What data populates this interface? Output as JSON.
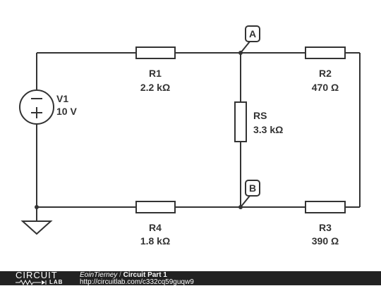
{
  "components": {
    "v1": {
      "name": "V1",
      "value": "10 V"
    },
    "r1": {
      "name": "R1",
      "value": "2.2 kΩ"
    },
    "r2": {
      "name": "R2",
      "value": "470 Ω"
    },
    "rs": {
      "name": "RS",
      "value": "3.3 kΩ"
    },
    "r3": {
      "name": "R3",
      "value": "390 Ω"
    },
    "r4": {
      "name": "R4",
      "value": "1.8 kΩ"
    }
  },
  "nodes": {
    "a": "A",
    "b": "B"
  },
  "footer": {
    "logo_top": "CIRCUIT",
    "logo_bottom": "LAB",
    "author": "EoinTierney",
    "separator": " / ",
    "title": "Circuit Part 1",
    "url": "http://circuitlab.com/c332cq59guqw9"
  },
  "colors": {
    "wire": "#333333",
    "footer_bg": "#222222"
  }
}
